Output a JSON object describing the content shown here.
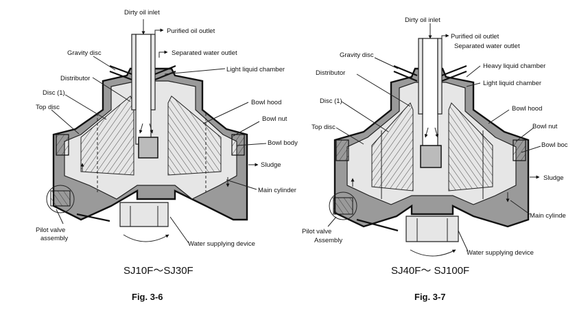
{
  "figures": [
    {
      "model": "SJ10F～SJ30F",
      "caption": "Fig. 3-6",
      "labels": {
        "dirty_oil_inlet": "Dirty oil inlet",
        "purified_oil_outlet": "Purified oil outlet",
        "separated_water_outlet": "Separated water outlet",
        "light_liquid_chamber": "Light liquid chamber",
        "gravity_disc": "Gravity disc",
        "distributor": "Distributor",
        "disc": "Disc (1)",
        "top_disc": "Top disc",
        "bowl_hood": "Bowl hood",
        "bowl_nut": "Bowl nut",
        "bowl_body": "Bowl body",
        "sludge": "Sludge",
        "main_cylinder": "Main cylinder",
        "pilot_valve": "Pilot valve",
        "pilot_valve_2": "assembly",
        "water_supplying_device": "Water supplying device"
      }
    },
    {
      "model": "SJ40F～ SJ100F",
      "caption": "Fig. 3-7",
      "labels": {
        "dirty_oil_inlet": "Dirty oil inlet",
        "purified_oil_outlet": "Purified oil outlet",
        "separated_water_outlet": "Separated water outlet",
        "heavy_liquid_chamber": "Heavy liquid chamber",
        "light_liquid_chamber": "Light liquid chamber",
        "gravity_disc": "Gravity disc",
        "distributor": "Distributor",
        "disc": "Disc (1)",
        "top_disc": "Top disc",
        "bowl_hood": "Bowl hood",
        "bowl_nut": "Bowl nut",
        "bowl_body": "Bowl boc",
        "sludge": "Sludge",
        "main_cylinder": "Main cylinde",
        "pilot_valve": "Pilot valve",
        "pilot_valve_2": "Assembly",
        "water_supplying_device": "Water supplying device"
      }
    }
  ]
}
